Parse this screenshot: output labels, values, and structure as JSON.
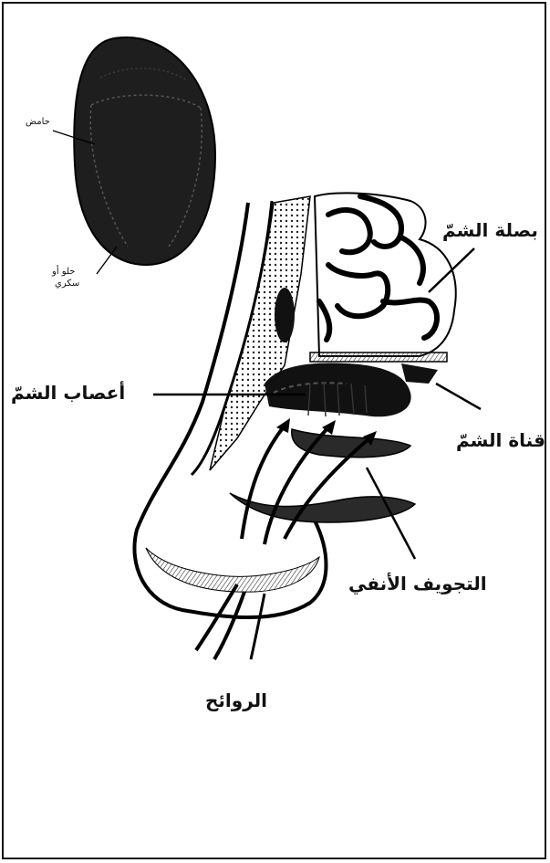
{
  "tongue": {
    "label_sour": "حامض",
    "label_sweet_line1": "حلو أو",
    "label_sweet_line2": "سكري"
  },
  "nose": {
    "label_olfactory_bulb": "بصلة الشمّ",
    "label_olfactory_nerves": "أعصاب الشمّ",
    "label_olfactory_tract": "قناة الشمّ",
    "label_nasal_cavity": "التجويف الأنفي",
    "label_odors": "الروائح"
  }
}
